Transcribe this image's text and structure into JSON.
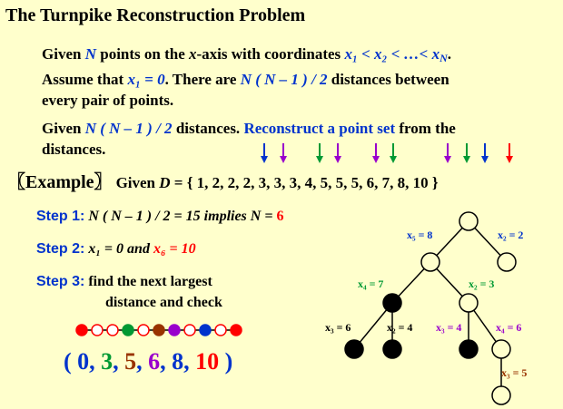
{
  "title": "The Turnpike Reconstruction Problem",
  "para1": {
    "line1_a": "Given ",
    "line1_N": "N",
    "line1_b": " points on the ",
    "line1_x": "x",
    "line1_c": "-axis with coordinates ",
    "line1_coords": "x₁ <  x₂ < …< x",
    "line1_N2": "N",
    "line1_d": ".",
    "line2_a": "Assume that ",
    "line2_x1": "x₁ = 0",
    "line2_b": ".  There are ",
    "line2_formula": "N ( N – 1 ) / 2",
    "line2_c": " distances between",
    "line3": "every pair of points."
  },
  "para2": {
    "a": "Given ",
    "formula": "N ( N – 1 ) / 2",
    "b": " distances.  ",
    "task": "Reconstruct a point set",
    "c": " from the",
    "d": "distances."
  },
  "example": {
    "bracket_label": "〖Example〗",
    "given": "Given ",
    "D": "D",
    "set": " = { 1, 2, 2, 2, 3, 3, 3, 4, 5, 5, 5, 6, 7, 8, 10 }"
  },
  "steps": {
    "s1_label": "Step 1:",
    "s1_text": "N ( N – 1 ) / 2 = 15  implies  N = ",
    "s1_value": "6",
    "s2_label": "Step 2:",
    "s2_text_a": "x₁ = 0  and  ",
    "s2_text_b": "x₆ = 10",
    "s3_label": "Step 3:",
    "s3_line1": "find the next largest",
    "s3_line2": "distance and check"
  },
  "tuple": {
    "open": "( ",
    "v0": "0",
    "v1": "3",
    "v2": "5",
    "v3": "6",
    "v4": "8",
    "v5": "10",
    "close": " )",
    "sep": ", "
  },
  "tree_labels": {
    "x5": "x₅ = 8",
    "x2_top": "x₂ = 2",
    "x4_left": "x₄ = 7",
    "x2_right": "x₂ = 3",
    "x3_left": "x₃ = 6",
    "x2_leftleaf": "x₂ = 4",
    "x3_right": "x₃ = 4",
    "x4_right": "x₄ = 6",
    "x3_bottom": "x₃ = 5"
  },
  "colors": {
    "background": "#ffffcc",
    "blue": "#0033cc",
    "red": "#ff0000",
    "green": "#009933",
    "purple": "#9900cc",
    "teal": "#009999",
    "brown": "#993300"
  },
  "arrow_colors": [
    "#0033cc",
    "#9900cc",
    "#009933",
    "#9900cc",
    "#9900cc",
    "#009933",
    "#9900cc",
    "#009933",
    "#0033cc",
    "#ff0000"
  ],
  "bead_colors": [
    "#ff0000",
    "#ffffff",
    "#ffffff",
    "#009933",
    "#ffffff",
    "#993300",
    "#9900cc",
    "#ffffff",
    "#0033cc",
    "#ffffff",
    "#ff0000"
  ]
}
